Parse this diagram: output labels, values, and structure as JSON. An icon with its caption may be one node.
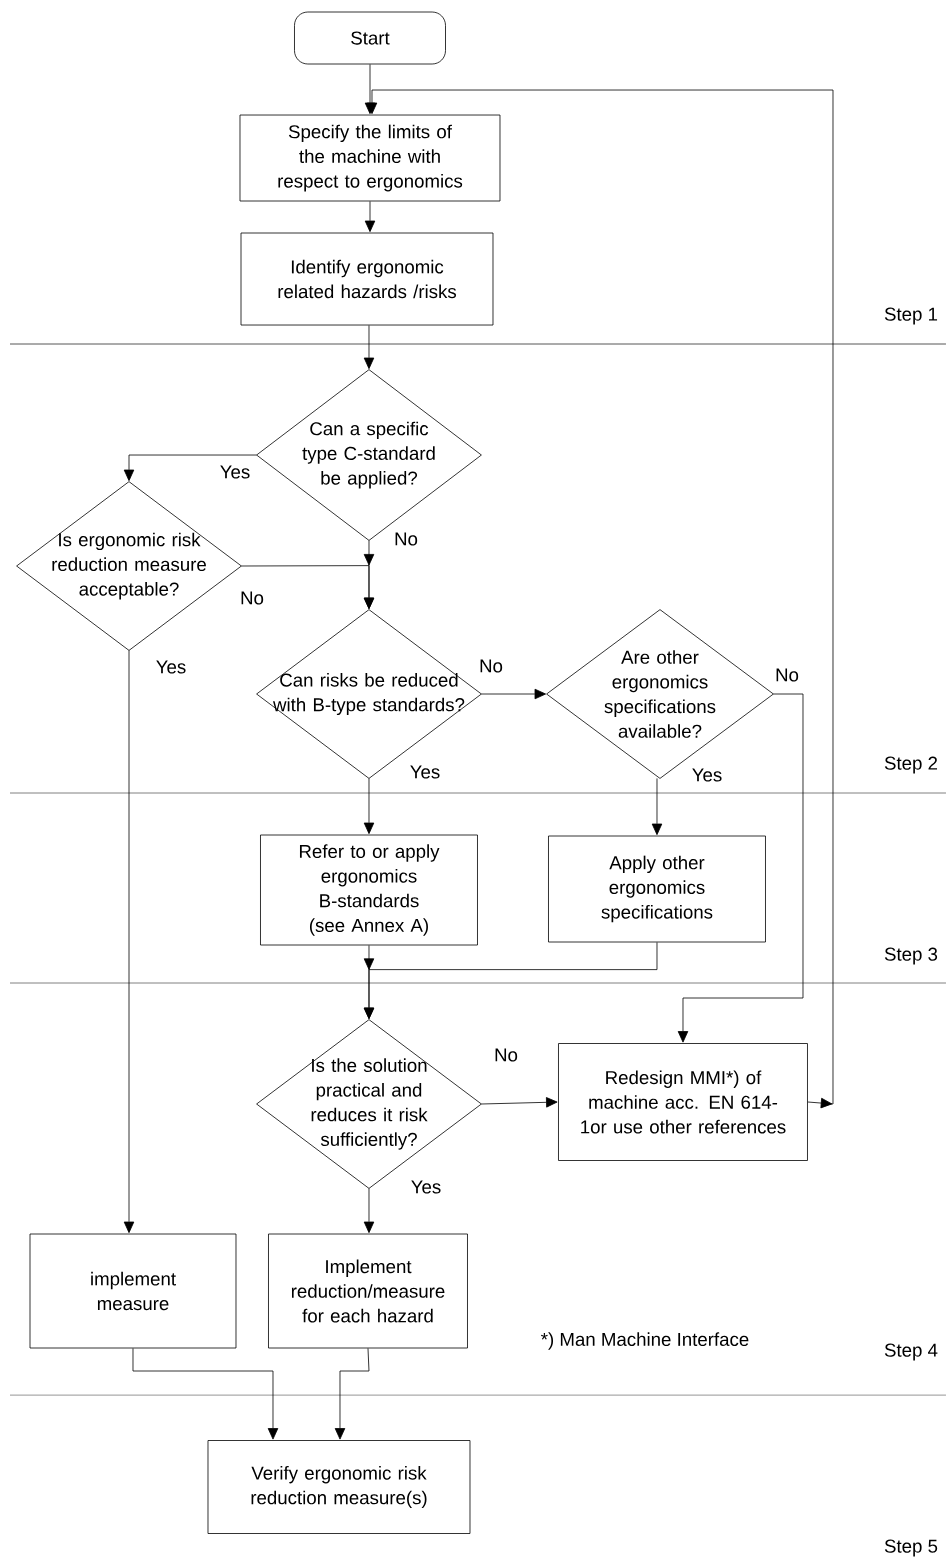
{
  "diagram": {
    "nodes": [
      {
        "text": [
          "Start"
        ]
      },
      {
        "text": [
          "Specify the limits of the machine with respect to ergonomics"
        ]
      },
      {
        "text": [
          "Identify ergonomic related hazards /risks"
        ]
      },
      {
        "text": [
          "Can a specific type C-standard be applied?"
        ]
      },
      {
        "text": [
          "Is ergonomic risk reduction measure acceptable?"
        ]
      },
      {
        "text": [
          "Can risks be reduced with B-type standards?"
        ]
      },
      {
        "text": [
          "Are other ergonomics specifications available?"
        ]
      },
      {
        "text": [
          "Refer to or apply ergonomics B-standards (see Annex A)"
        ]
      },
      {
        "text": [
          "Apply other ergonomics specifications"
        ]
      },
      {
        "text": [
          "Is the solution practical and reduces it risk sufficiently?"
        ]
      },
      {
        "text": [
          "Redesign MMI*) of machine acc. EN 614-1or use other references"
        ]
      },
      {
        "text": [
          "implement measure"
        ]
      },
      {
        "text": [
          "Implement reduction/measure for each hazard"
        ]
      },
      {
        "text": [
          "Verify ergonomic risk reduction measure(s)"
        ]
      }
    ],
    "edges": [
      {
        "from": 0,
        "to": 1,
        "arrow": "to"
      },
      {
        "from": 1,
        "to": 2,
        "arrow": "to"
      },
      {
        "from": 2,
        "to": 3,
        "arrow": "to"
      },
      {
        "from": 3,
        "to": 4,
        "arrow": "to",
        "label": "Yes"
      },
      {
        "from": 3,
        "to": 5,
        "arrow": "to",
        "label": "No"
      },
      {
        "from": 4,
        "to": 5,
        "arrow": "to",
        "label": "No"
      },
      {
        "from": 4,
        "to": 11,
        "arrow": "to",
        "label": "Yes"
      },
      {
        "from": 5,
        "to": 6,
        "arrow": "to",
        "label": "No"
      },
      {
        "from": 5,
        "to": 7,
        "arrow": "to",
        "label": "Yes"
      },
      {
        "from": 6,
        "to": 8,
        "arrow": "to",
        "label": "Yes"
      },
      {
        "from": 6,
        "to": 10,
        "arrow": "to",
        "label": "No"
      },
      {
        "from": 7,
        "to": 9,
        "arrow": "to"
      },
      {
        "from": 8,
        "to": 9,
        "arrow": "to"
      },
      {
        "from": 9,
        "to": 10,
        "arrow": "to",
        "label": "No"
      },
      {
        "from": 9,
        "to": 12,
        "arrow": "to",
        "label": "Yes"
      },
      {
        "from": 10,
        "to": 1,
        "arrow": "to"
      },
      {
        "from": 11,
        "to": 13,
        "arrow": "to"
      },
      {
        "from": 12,
        "to": 13,
        "arrow": "to"
      }
    ],
    "labels": [
      "Step 1",
      "Step 2",
      "Step 3",
      "*) Man Machine Interface",
      "Step 4",
      "Step 5"
    ]
  }
}
